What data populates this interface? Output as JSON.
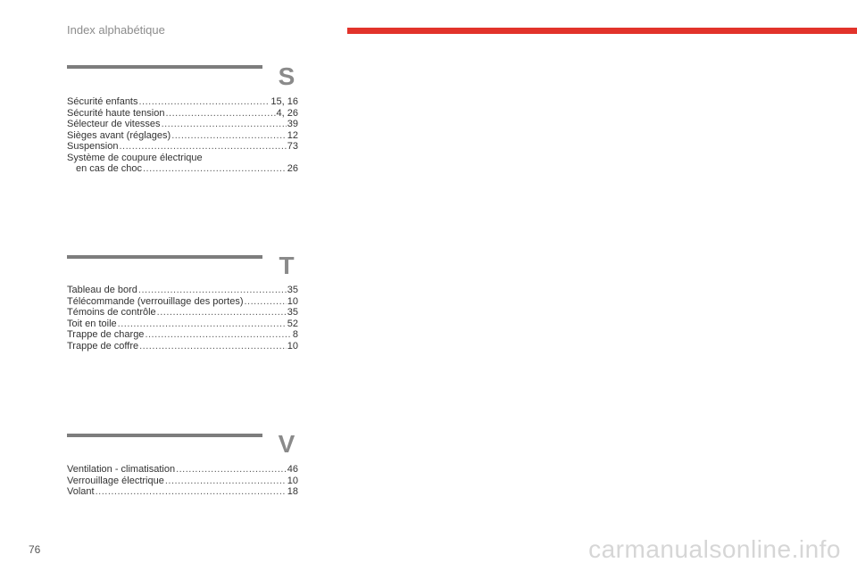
{
  "header": {
    "title": "Index alphabétique"
  },
  "sections": [
    {
      "letter": "S",
      "entries": [
        {
          "label": "Sécurité enfants",
          "pages": "15, 16"
        },
        {
          "label": "Sécurité haute tension",
          "pages": "4, 26"
        },
        {
          "label": "Sélecteur de vitesses",
          "pages": "39"
        },
        {
          "label": "Sièges avant (réglages)",
          "pages": "12"
        },
        {
          "label": "Suspension",
          "pages": "73"
        },
        {
          "label": "Système de coupure électrique",
          "pages": ""
        },
        {
          "label": "en cas de choc",
          "pages": "26"
        }
      ]
    },
    {
      "letter": "T",
      "entries": [
        {
          "label": "Tableau de bord",
          "pages": "35"
        },
        {
          "label": "Télécommande (verrouillage des portes)",
          "pages": "10"
        },
        {
          "label": "Témoins de contrôle",
          "pages": "35"
        },
        {
          "label": "Toit en toile",
          "pages": "52"
        },
        {
          "label": "Trappe de charge",
          "pages": "8"
        },
        {
          "label": "Trappe de coffre",
          "pages": "10"
        }
      ]
    },
    {
      "letter": "V",
      "entries": [
        {
          "label": "Ventilation - climatisation",
          "pages": "46"
        },
        {
          "label": "Verrouillage électrique",
          "pages": "10"
        },
        {
          "label": "Volant",
          "pages": "18"
        }
      ]
    }
  ],
  "footer": {
    "page_number": "76",
    "watermark": "carmanualsonline.info"
  }
}
